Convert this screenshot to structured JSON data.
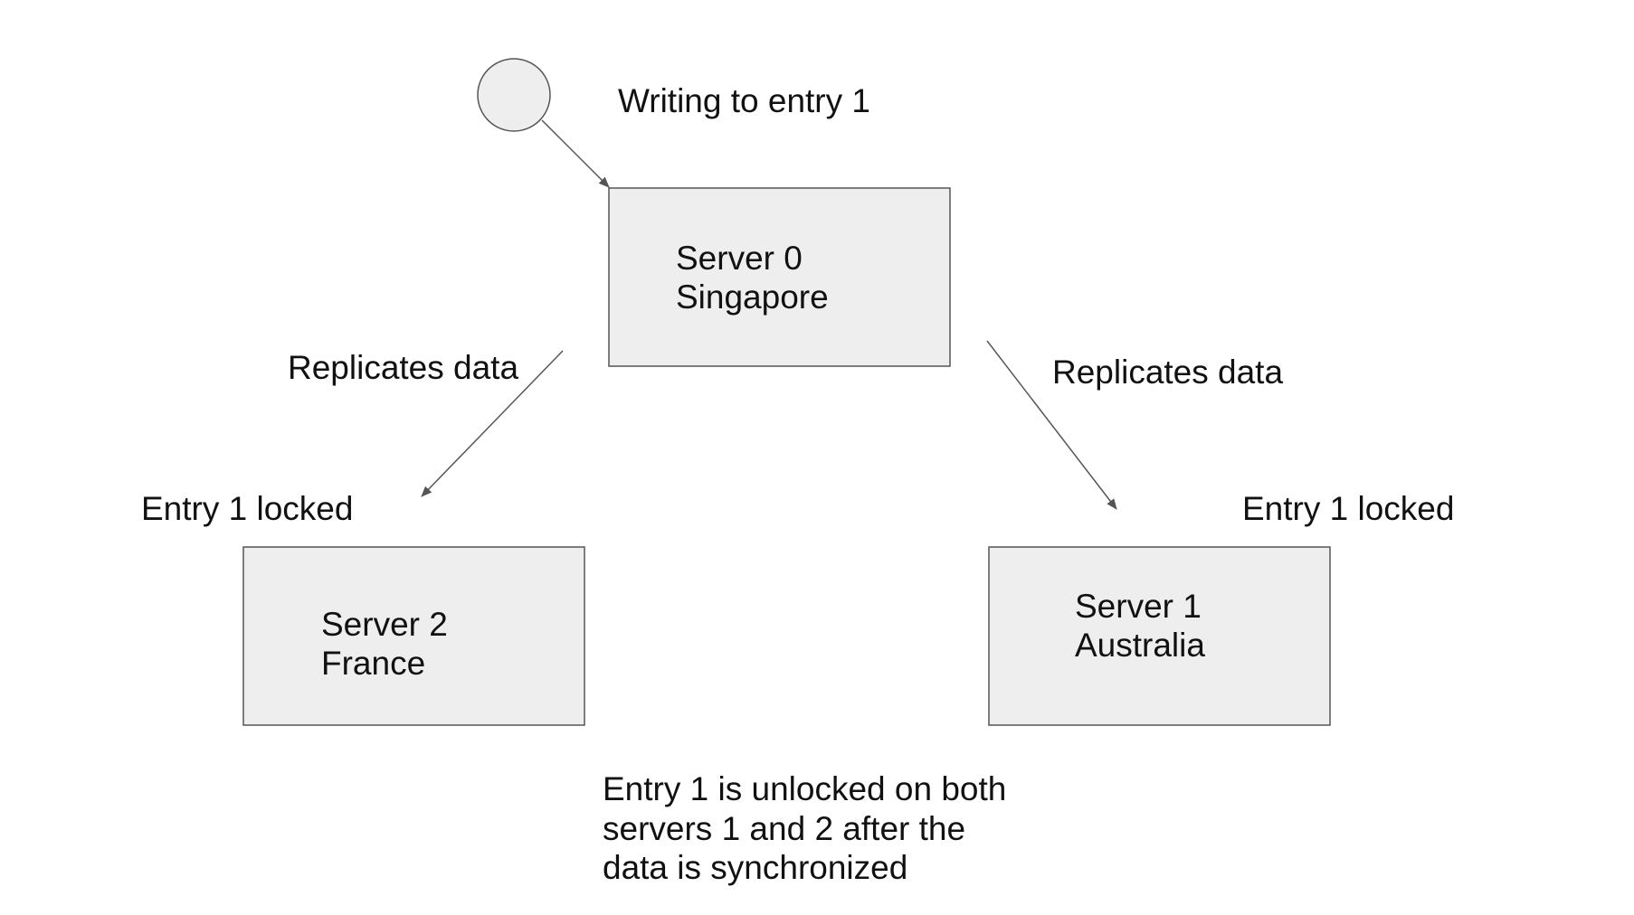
{
  "colors": {
    "box_fill": "#eeeeee",
    "stroke": "#555555",
    "text": "#111111",
    "background": "#ffffff"
  },
  "client": {
    "icon": "circle-user-node"
  },
  "write_label": "Writing to entry 1",
  "servers": {
    "server0": {
      "name": "Server 0",
      "location": "Singapore"
    },
    "server1": {
      "name": "Server 1",
      "location": "Australia"
    },
    "server2": {
      "name": "Server 2",
      "location": "France"
    }
  },
  "replicate_left_label": "Replicates data",
  "replicate_right_label": "Replicates data",
  "lock_left_label": "Entry 1 locked",
  "lock_right_label": "Entry 1 locked",
  "note_lines": [
    "Entry 1 is unlocked on both",
    "servers 1 and 2 after the",
    "data is synchronized"
  ]
}
